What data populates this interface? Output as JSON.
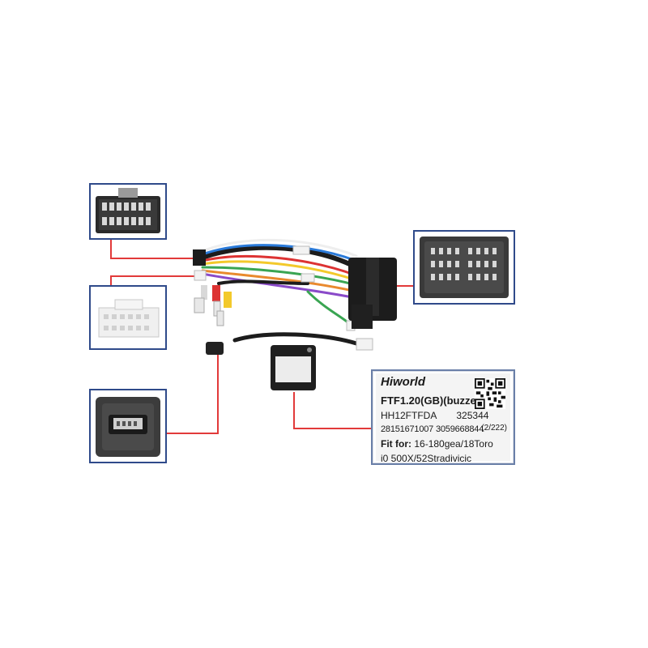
{
  "label": {
    "brand": "Hiworld",
    "model": "FTF1.20(GB)(buzzer)",
    "code": "HH12FTFDA",
    "batch": "325344",
    "serial": "28151671007 3059668844",
    "count": "(2/222)",
    "fit_prefix": "Fit for:",
    "fit_value": "16-180gea/18Toro",
    "models": "i0 500X/52Stradivicic"
  },
  "colors": {
    "frame_border": "#2f4a8a",
    "callout": "#e23a3a",
    "harness_dark": "#1c1c1c",
    "connector_white": "#f2f2f2"
  },
  "icons": {
    "qr": "qr-code-icon"
  }
}
